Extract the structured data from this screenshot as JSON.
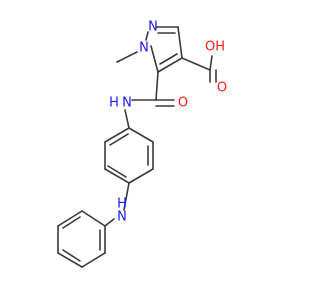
{
  "molecule": {
    "atoms": {
      "n_pyrazole_1": "N",
      "n_pyrazole_2": "N",
      "n_amide": "N",
      "h_amide": "H",
      "n_amine": "N",
      "h_amine": "H",
      "o_carbonyl": "O",
      "o_acid_carbonyl": "O",
      "o_hydroxyl": "OH"
    },
    "colors": {
      "carbon": "#3a3a3a",
      "nitrogen": "#1a1aff",
      "oxygen": "#ff1a1a"
    }
  }
}
